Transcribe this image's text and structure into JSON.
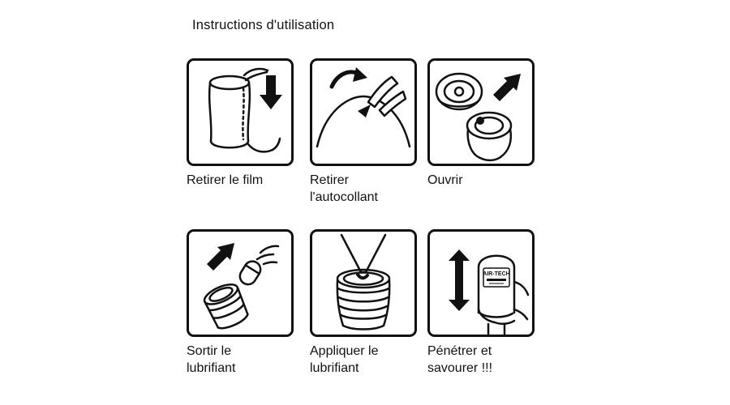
{
  "page": {
    "title": "Instructions d'utilisation"
  },
  "steps": [
    {
      "label": "Retirer le film"
    },
    {
      "label": "Retirer\nl'autocollant"
    },
    {
      "label": "Ouvrir"
    },
    {
      "label": "Sortir le\nlubrifiant"
    },
    {
      "label": "Appliquer le\nlubrifiant"
    },
    {
      "label": "Pénétrer et\nsavourer !!!"
    }
  ],
  "product": {
    "brand_label": "AIR-TECH"
  },
  "colors": {
    "ink": "#111111",
    "background": "#ffffff"
  }
}
